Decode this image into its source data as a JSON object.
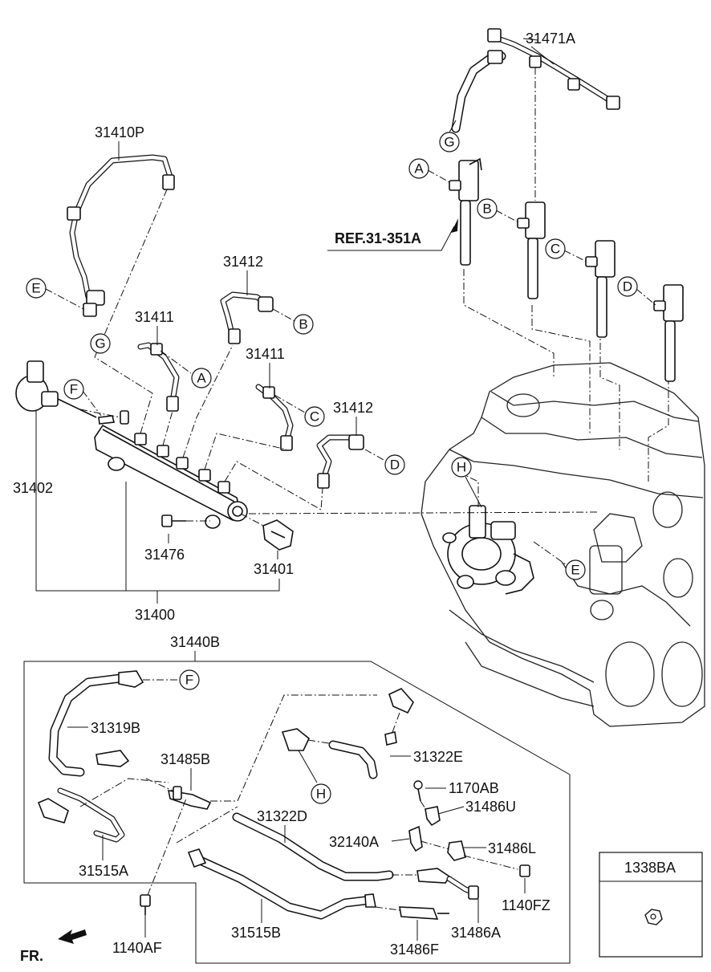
{
  "parts": {
    "p31471A": "31471A",
    "p31410P": "31410P",
    "ref": "REF.31-351A",
    "p31412_top": "31412",
    "p31411_top": "31411",
    "p31411_mid": "31411",
    "p31412_mid": "31412",
    "p31402": "31402",
    "p31476": "31476",
    "p31401": "31401",
    "p31400": "31400",
    "p31440B": "31440B",
    "p31319B": "31319B",
    "p31485B": "31485B",
    "p31322E": "31322E",
    "p1170AB": "1170AB",
    "p31486U": "31486U",
    "p31322D": "31322D",
    "p32140A": "32140A",
    "p31486L": "31486L",
    "p31515A": "31515A",
    "p1140FZ": "1140FZ",
    "p31515B": "31515B",
    "p31486A": "31486A",
    "p31486F": "31486F",
    "p1140AF": "1140AF",
    "p1338BA": "1338BA"
  },
  "callouts": {
    "A": "A",
    "B": "B",
    "C": "C",
    "D": "D",
    "E": "E",
    "F": "F",
    "G": "G",
    "H": "H"
  },
  "front_label": "FR."
}
